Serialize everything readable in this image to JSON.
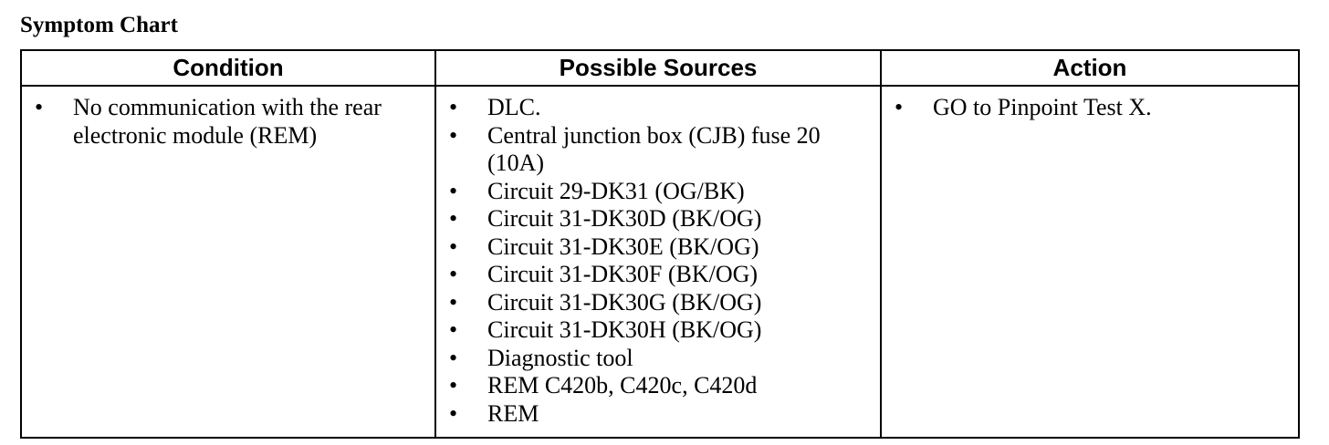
{
  "title": "Symptom Chart",
  "table": {
    "headers": [
      "Condition",
      "Possible Sources",
      "Action"
    ],
    "rows": [
      {
        "condition": [
          "No communication with the rear electronic module (REM)"
        ],
        "sources": [
          "DLC.",
          "Central junction box (CJB) fuse 20 (10A)",
          "Circuit 29-DK31 (OG/BK)",
          "Circuit 31-DK30D (BK/OG)",
          "Circuit 31-DK30E (BK/OG)",
          "Circuit 31-DK30F (BK/OG)",
          "Circuit 31-DK30G (BK/OG)",
          "Circuit 31-DK30H (BK/OG)",
          "Diagnostic tool",
          "REM C420b, C420c, C420d",
          "REM"
        ],
        "action": [
          "GO to Pinpoint Test X."
        ]
      }
    ]
  }
}
